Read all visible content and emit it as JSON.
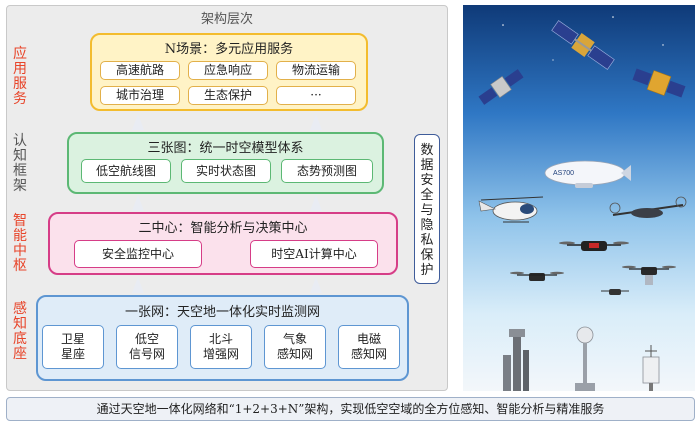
{
  "panel_title": "架构层次",
  "side_labels": [
    "应用服务",
    "认知框架",
    "智能中枢",
    "感知底座"
  ],
  "layers": {
    "app": {
      "title": "N场景：多元应用服务",
      "items": [
        "高速航路",
        "应急响应",
        "物流运输",
        "城市治理",
        "生态保护",
        "···"
      ]
    },
    "cognition": {
      "title": "三张图：统一时空模型体系",
      "items": [
        "低空航线图",
        "实时状态图",
        "态势预测图"
      ]
    },
    "hub": {
      "title": "二中心：智能分析与决策中心",
      "items": [
        "安全监控中心",
        "时空AI计算中心"
      ]
    },
    "base": {
      "title": "一张网：天空地一体化实时监测网",
      "items": [
        [
          "卫星",
          "星座"
        ],
        [
          "低空",
          "信号网"
        ],
        [
          "北斗",
          "增强网"
        ],
        [
          "气象",
          "感知网"
        ],
        [
          "电磁",
          "感知网"
        ]
      ]
    }
  },
  "security": [
    "数",
    "据",
    "安",
    "全",
    "与",
    "隐",
    "私",
    "保",
    "护"
  ],
  "airship_label": "AS700",
  "caption": "通过天空地一体化网络和“1+2+3+N”架构，实现低空空域的全方位感知、智能分析与精准服务",
  "colors": {
    "side_label": "#e8452a",
    "app": "#f3bc2e",
    "cognition": "#5cb874",
    "hub": "#d63d87",
    "base": "#5e96d2"
  }
}
